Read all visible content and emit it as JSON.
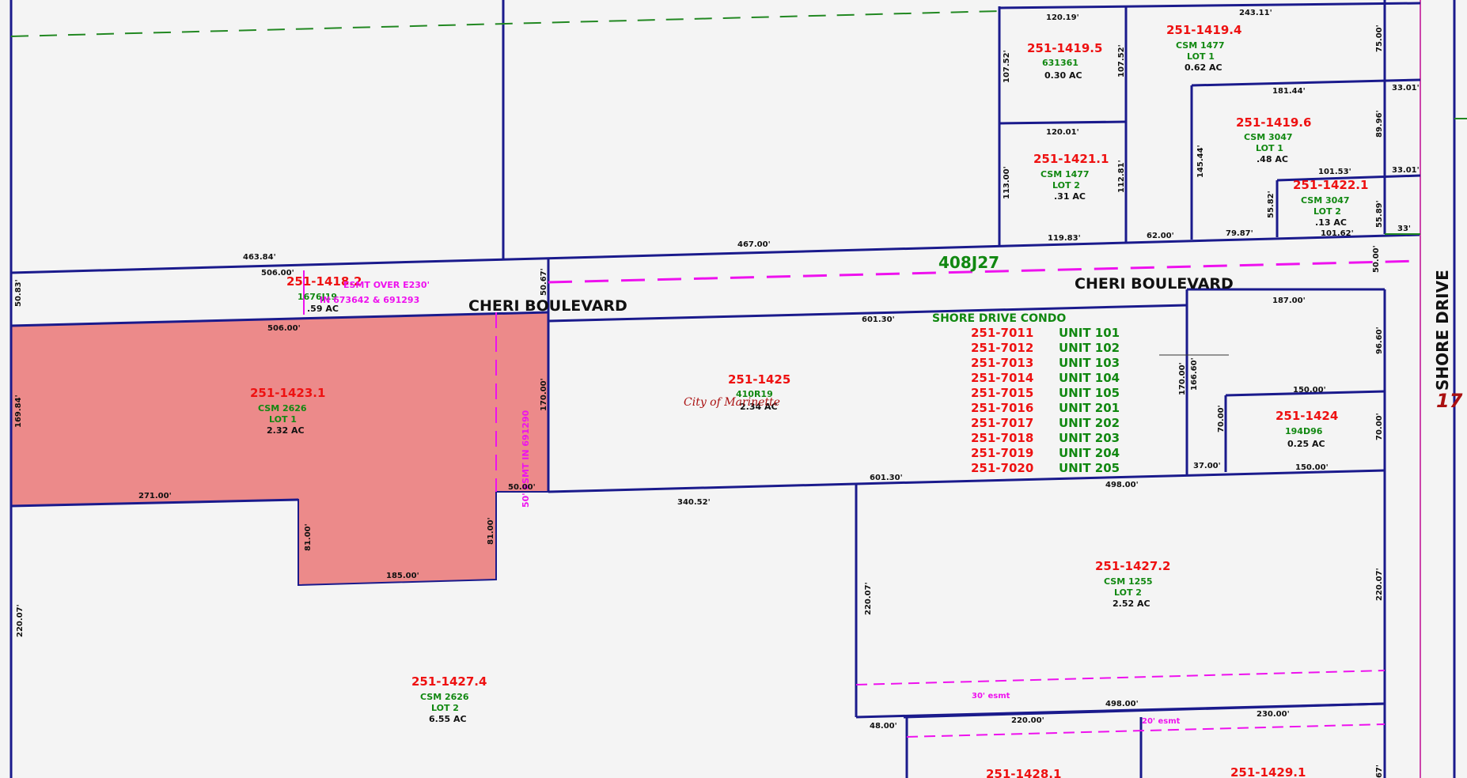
{
  "map": {
    "colors": {
      "parcel_line": "#1a1a8c",
      "parcel_id": "#ee1111",
      "csm": "#118811",
      "esmt": "#ee11ee",
      "highlight": "#ec8a8a",
      "background": "#f4f4f4"
    },
    "roads": {
      "cheri_west": "CHERI BOULEVARD",
      "cheri_east": "CHERI BOULEVARD",
      "shore": "SHORE DRIVE",
      "highway_number": "17",
      "road_doc": "408J27"
    },
    "parcels": {
      "p1419_5": {
        "id": "251-1419.5",
        "doc": "631361",
        "area": "0.30 AC"
      },
      "p1419_4": {
        "id": "251-1419.4",
        "csm": "CSM 1477",
        "lot": "LOT 1",
        "area": "0.62 AC"
      },
      "p1421_1": {
        "id": "251-1421.1",
        "csm": "CSM 1477",
        "lot": "LOT 2",
        "area": ".31 AC"
      },
      "p1419_6": {
        "id": "251-1419.6",
        "csm": "CSM 3047",
        "lot": "LOT 1",
        "area": ".48 AC"
      },
      "p1422_1": {
        "id": "251-1422.1",
        "csm": "CSM 3047",
        "lot": "LOT 2",
        "area": ".13 AC"
      },
      "p1418_2": {
        "id": "251-1418.2",
        "doc": "1676J19",
        "area": ".59 AC",
        "esmt_a": "ESMT OVER E230'",
        "esmt_b": "IN 673642 & 691293"
      },
      "p1423_1": {
        "id": "251-1423.1",
        "csm": "CSM 2626",
        "lot": "LOT 1",
        "area": "2.32 AC"
      },
      "p1425": {
        "id": "251-1425",
        "doc": "410R19",
        "area": "2.34 AC",
        "owner": "City of Marinette"
      },
      "p1424": {
        "id": "251-1424",
        "doc": "194D96",
        "area": "0.25 AC"
      },
      "p1427_2": {
        "id": "251-1427.2",
        "csm": "CSM 1255",
        "lot": "LOT 2",
        "area": "2.52 AC"
      },
      "p1427_4": {
        "id": "251-1427.4",
        "csm": "CSM 2626",
        "lot": "LOT 2",
        "area": "6.55 AC"
      },
      "p1428_1": {
        "id": "251-1428.1"
      },
      "p1429_1": {
        "id": "251-1429.1"
      }
    },
    "condo": {
      "title": "SHORE DRIVE CONDO",
      "units": [
        {
          "id": "251-7011",
          "unit": "UNIT 101"
        },
        {
          "id": "251-7012",
          "unit": "UNIT 102"
        },
        {
          "id": "251-7013",
          "unit": "UNIT 103"
        },
        {
          "id": "251-7014",
          "unit": "UNIT 104"
        },
        {
          "id": "251-7015",
          "unit": "UNIT 105"
        },
        {
          "id": "251-7016",
          "unit": "UNIT 201"
        },
        {
          "id": "251-7017",
          "unit": "UNIT 202"
        },
        {
          "id": "251-7018",
          "unit": "UNIT 203"
        },
        {
          "id": "251-7019",
          "unit": "UNIT 204"
        },
        {
          "id": "251-7020",
          "unit": "UNIT 205"
        }
      ]
    },
    "easements": {
      "west_ingress": "50' ESMT IN 691290",
      "south_30": "30' esmt",
      "south_20": "20' esmt"
    },
    "dims": {
      "d120_19": "120.19'",
      "d243_11": "243.11'",
      "d75_00": "75.00'",
      "d107_52a": "107.52'",
      "d107_52b": "107.52'",
      "d120_01": "120.01'",
      "d181_44": "181.44'",
      "d33_01a": "33.01'",
      "d89_96": "89.96'",
      "d113_00": "113.00'",
      "d112_81": "112.81'",
      "d145_44": "145.44'",
      "d101_53": "101.53'",
      "d33_01b": "33.01'",
      "d55_82": "55.82'",
      "d55_89": "55.89'",
      "d119_83": "119.83'",
      "d62_00": "62.00'",
      "d79_87": "79.87'",
      "d101_62": "101.62'",
      "d33": "33'",
      "d463_84": "463.84'",
      "d467_00": "467.00'",
      "d50_00": "50.00'",
      "d506_00a": "506.00'",
      "d50_83": "50.83'",
      "d50_67": "50.67'",
      "d506_00b": "506.00'",
      "d601_30a": "601.30'",
      "d187_00": "187.00'",
      "d96_60": "96.60'",
      "d169_84": "169.84'",
      "d170_00a": "170.00'",
      "d170_00b": "170.00'",
      "d166_60": "166.60'",
      "d150_00a": "150.00'",
      "d70_00a": "70.00'",
      "d70_00b": "70.00'",
      "d37_00": "37.00'",
      "d150_00b": "150.00'",
      "d271_00": "271.00'",
      "d50_00b": "50.00'",
      "d340_52": "340.52'",
      "d601_30b": "601.30'",
      "d498_00a": "498.00'",
      "d81_00a": "81.00'",
      "d81_00b": "81.00'",
      "d185_00": "185.00'",
      "d220_07a": "220.07'",
      "d220_07b": "220.07'",
      "d220_07c": "220.07'",
      "d498_00b": "498.00'",
      "d48_00": "48.00'",
      "d220_00": "220.00'",
      "d230_00": "230.00'",
      "d67": "67'"
    }
  }
}
